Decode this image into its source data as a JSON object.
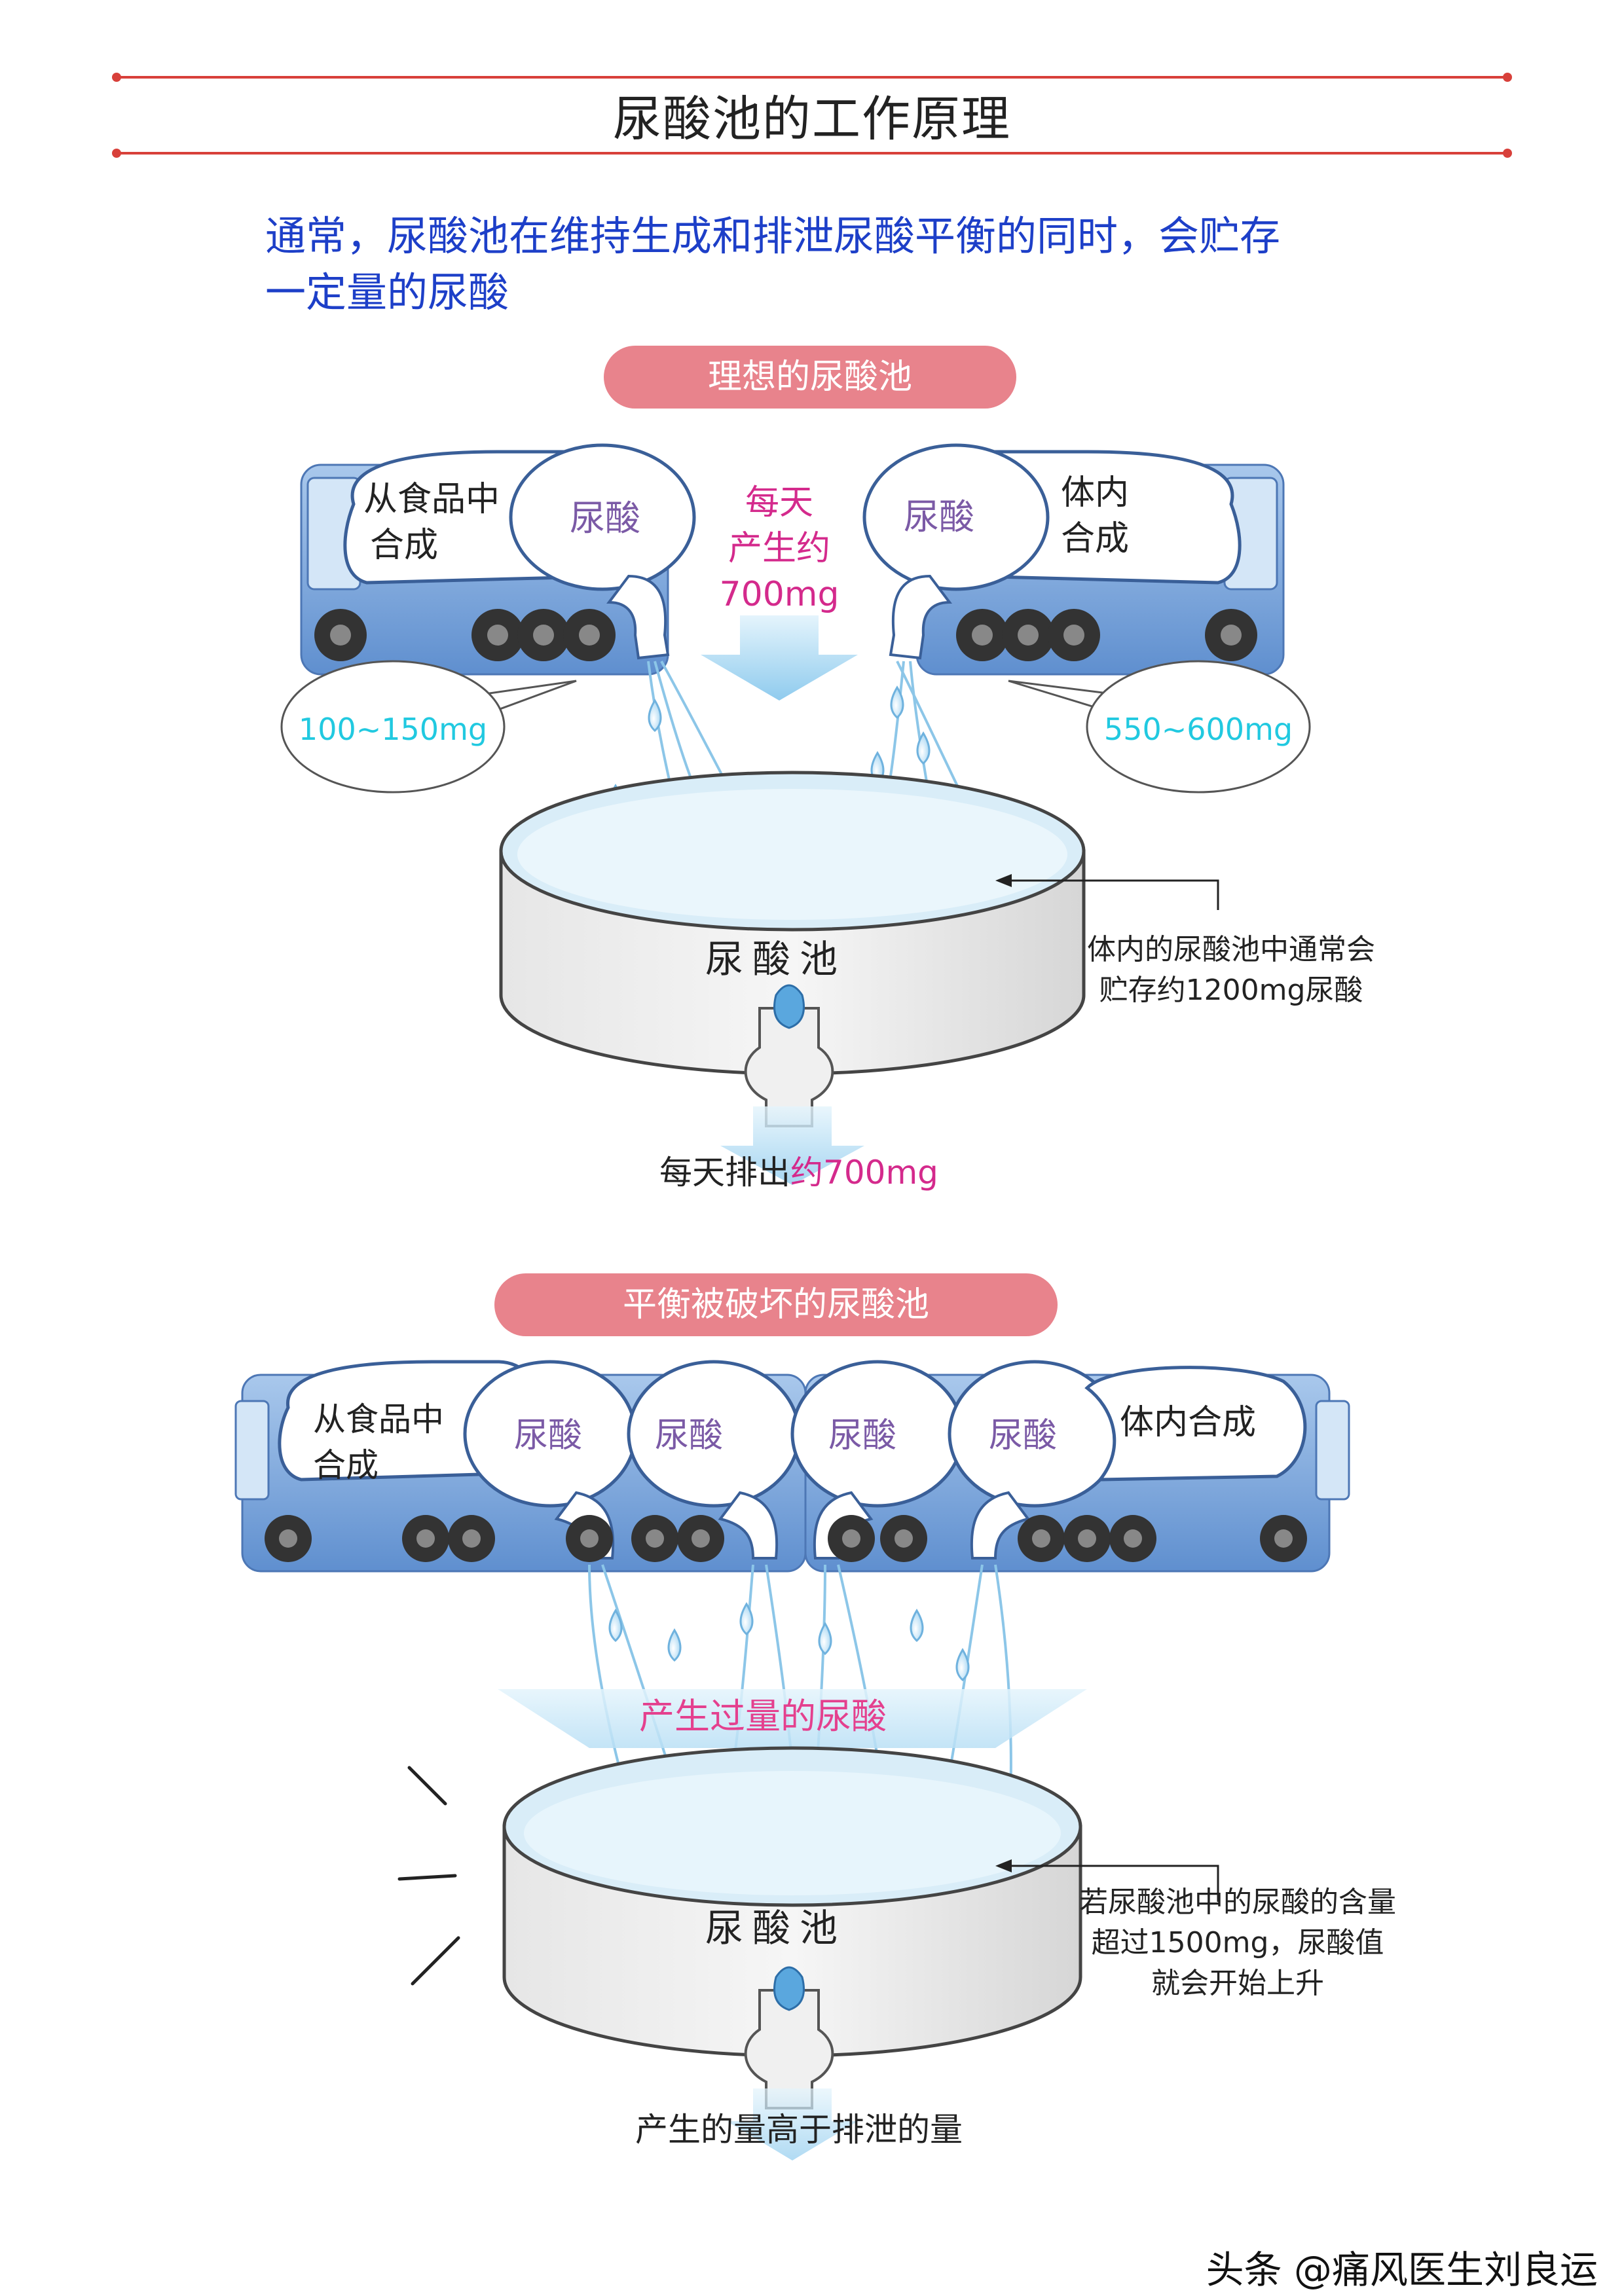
{
  "header": {
    "title": "尿酸池的工作原理"
  },
  "intro": {
    "line1": "通常，尿酸池在维持生成和排泄尿酸平衡的同时，会贮存",
    "line2": "一定量的尿酸"
  },
  "section_ideal": {
    "pill_label": "理想的尿酸池",
    "left_truck_text_line1": "从食品中",
    "left_truck_text_line2": "合成",
    "left_tank_label": "尿酸",
    "right_tank_label": "尿酸",
    "right_truck_text_line1": "体内",
    "right_truck_text_line2": "合成",
    "daily_line1": "每天",
    "daily_line2": "产生约",
    "daily_line3": "700mg",
    "left_bubble": "100~150mg",
    "right_bubble": "550~600mg",
    "pool_label": "尿酸池",
    "note_line1": "体内的尿酸池中通常会",
    "note_line2": "贮存约1200mg尿酸",
    "drain_prefix": "每天排出",
    "drain_highlight": "约700mg"
  },
  "section_broken": {
    "pill_label": "平衡被破坏的尿酸池",
    "left_truck_text_line1": "从食品中",
    "left_truck_text_line2": "合成",
    "tank_label_1": "尿酸",
    "tank_label_2": "尿酸",
    "tank_label_3": "尿酸",
    "tank_label_4": "尿酸",
    "right_truck_text": "体内合成",
    "excess_label": "产生过量的尿酸",
    "pool_label": "尿酸池",
    "note_line1": "若尿酸池中的尿酸的含量",
    "note_line2": "超过1500mg，尿酸值",
    "note_line3": "就会开始上升",
    "drain_text": "产生的量高于排泄的量"
  },
  "watermark": "头条 @痛风医生刘良运",
  "colors": {
    "title_rule": "#d8403a",
    "intro_text": "#1d3fc8",
    "pill": "#e8838c",
    "truck_body": "#7ea9dc",
    "tank_text": "#7b5aa6",
    "magenta": "#d42a8c",
    "cyan": "#21c9e0",
    "water": "#cfe7f5",
    "arrow": "#9fd3f0"
  }
}
